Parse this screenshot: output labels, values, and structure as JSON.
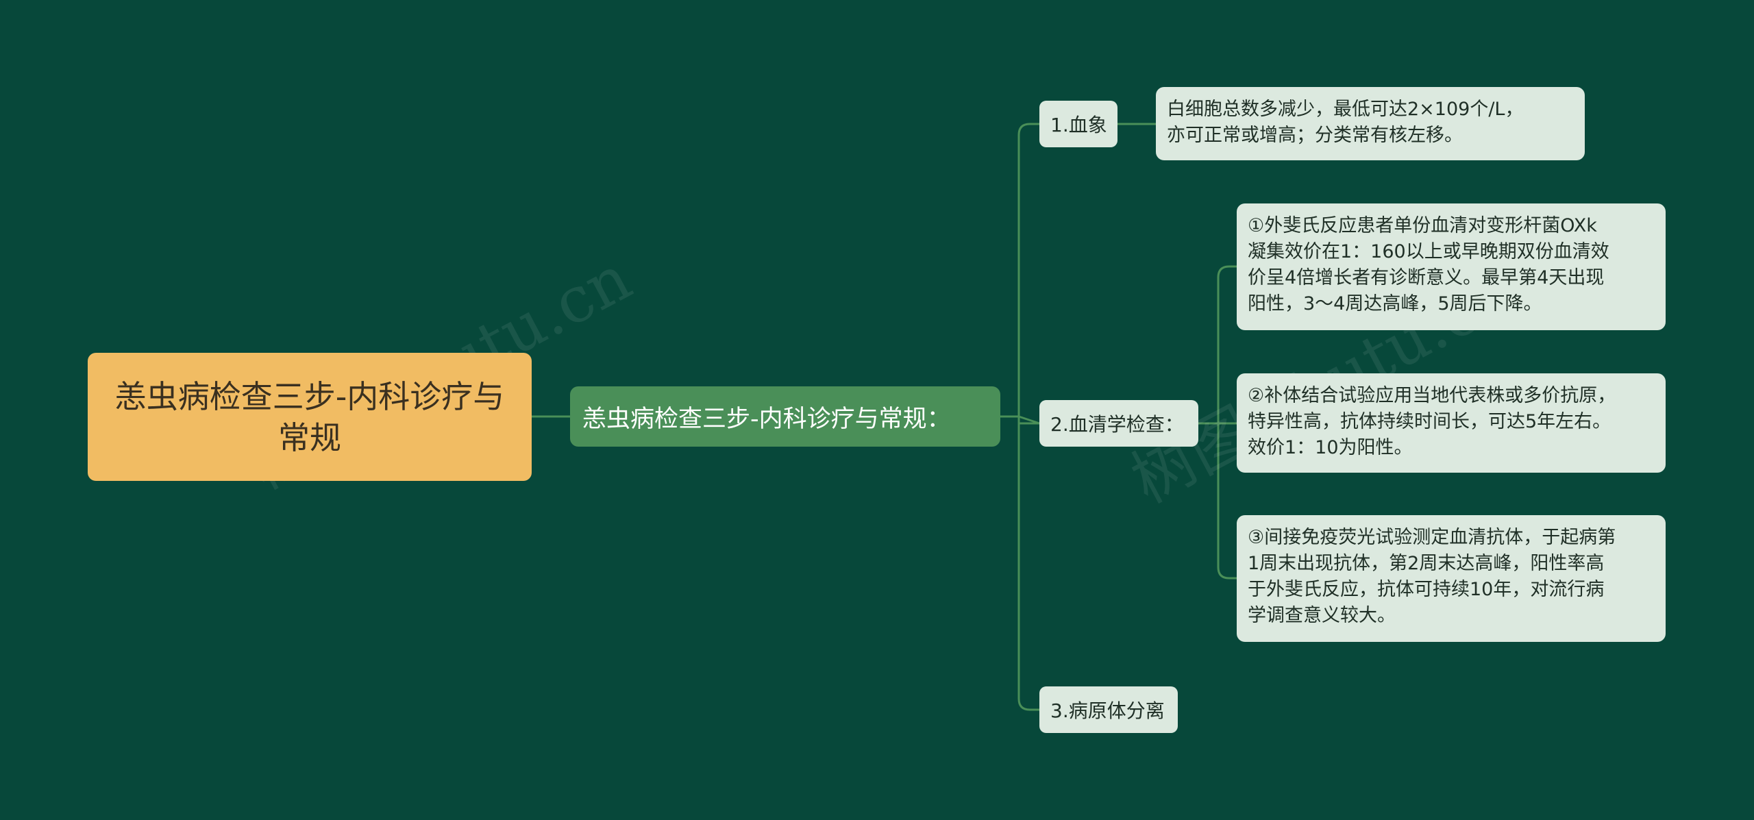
{
  "colors": {
    "background": "#07483a",
    "root_fill": "#f1bc63",
    "mid_fill": "#4a8f58",
    "node_fill": "#dce9df",
    "connector": "#4a8f58"
  },
  "root": {
    "label": "恙虫病检查三步-内科诊疗与常规"
  },
  "mid": {
    "label": "恙虫病检查三步-内科诊疗与常规："
  },
  "branches": [
    {
      "label": "1.血象"
    },
    {
      "label": "2.血清学检查："
    },
    {
      "label": "3.病原体分离"
    }
  ],
  "leaves": [
    {
      "text": "白细胞总数多减少，最低可达2×109个/L，\n亦可正常或增高；分类常有核左移。"
    },
    {
      "text": "①外斐氏反应患者单份血清对变形杆菌OXk\n凝集效价在1：160以上或早晚期双份血清效\n价呈4倍增长者有诊断意义。最早第4天出现\n阳性，3～4周达高峰，5周后下降。"
    },
    {
      "text": "②补体结合试验应用当地代表株或多价抗原，\n特异性高，抗体持续时间长，可达5年左右。\n效价1：10为阳性。"
    },
    {
      "text": "③间接免疫荧光试验测定血清抗体，于起病第\n1周末出现抗体，第2周末达高峰，阳性率高\n于外斐氏反应，抗体可持续10年，对流行病\n学调查意义较大。"
    }
  ],
  "watermark": {
    "text": "树图 shutu.cn"
  }
}
